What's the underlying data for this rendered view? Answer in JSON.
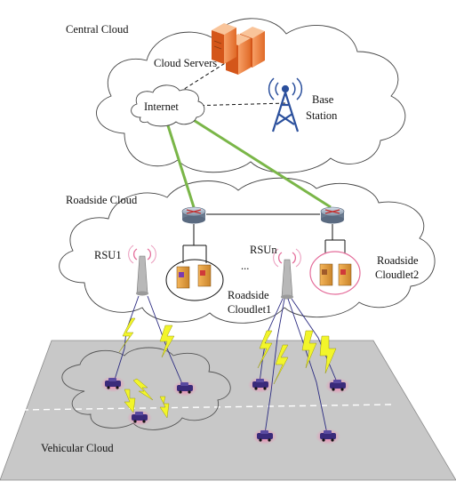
{
  "labels": {
    "central_cloud": "Central Cloud",
    "cloud_servers": "Cloud Servers",
    "internet": "Internet",
    "base_station_line1": "Base",
    "base_station_line2": "Station",
    "roadside_cloud": "Roadside Cloud",
    "rsu1": "RSU1",
    "rsun": "RSUn",
    "ellipsis": "...",
    "roadside_cloudlet1_line1": "Roadside",
    "roadside_cloudlet1_line2": "Cloudlet1",
    "roadside_cloudlet2_line1": "Roadside",
    "roadside_cloudlet2_line2": "Cloudlet2",
    "vehicular_cloud": "Vehicular Cloud"
  },
  "colors": {
    "backhaul_link": "#7ab648",
    "wireless_bolt": "#f2f52a",
    "server": "#f07a3a",
    "road": "#c8c8c8",
    "base_station": "#2a4f9c",
    "vehicle": "#3a2a7a",
    "vehicle_glow": "#ff6fa8"
  },
  "icons": [
    "server-icon",
    "router-icon",
    "antenna-icon",
    "tower-icon",
    "car-icon",
    "lightning-icon"
  ]
}
